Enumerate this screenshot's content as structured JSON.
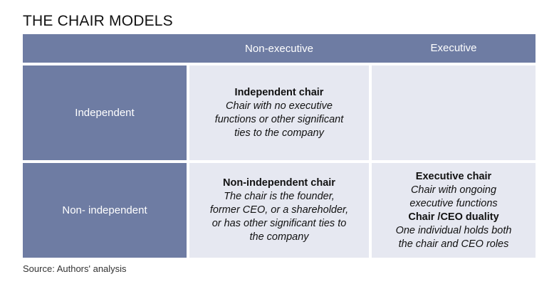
{
  "title": "THE CHAIR MODELS",
  "columns": [
    "Non-executive",
    "Executive"
  ],
  "rows": [
    "Independent",
    "Non- independent"
  ],
  "cells": {
    "independent_nonexec": {
      "heading": "Independent chair",
      "text": [
        "Chair with no executive",
        "functions or other significant",
        "ties to the company"
      ]
    },
    "independent_exec": {},
    "nonindependent_nonexec": {
      "heading": "Non-independent chair",
      "text": [
        "The chair is the founder,",
        "former CEO, or a shareholder,",
        "or has other significant ties to",
        "the company"
      ]
    },
    "nonindependent_exec": {
      "heading": "Executive chair",
      "text": [
        "Chair with ongoing",
        "executive functions"
      ],
      "heading2": "Chair /CEO duality",
      "text2": [
        "One individual holds both",
        "the chair and CEO roles"
      ]
    }
  },
  "source": "Source: Authors' analysis",
  "colors": {
    "header": "#6e7ca3",
    "cell": "#e6e8f1"
  }
}
